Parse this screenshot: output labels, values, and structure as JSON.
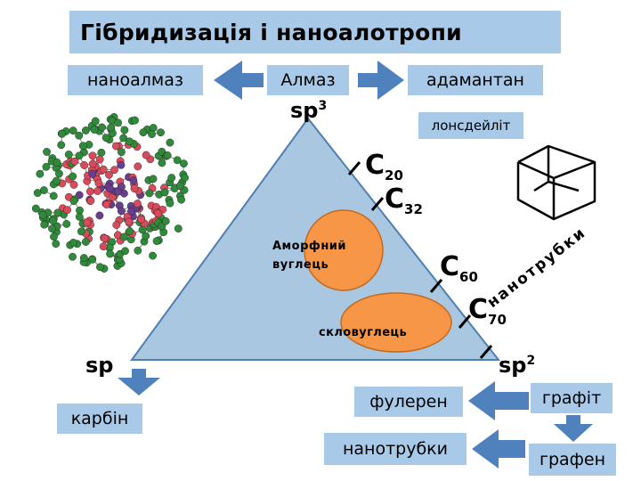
{
  "title": "Гібридизація і наноалотропи",
  "boxes": {
    "nanodiamond": "наноалмаз",
    "diamond": "Алмаз",
    "adamantane": "адамантан",
    "lonsdaleite": "лонсдейліт",
    "carbyne": "карбін",
    "fullerene": "фулерен",
    "graphite": "графіт",
    "nanotubes": "нанотрубки",
    "graphene": "графен"
  },
  "vertices": {
    "sp3": {
      "base": "sp",
      "sup": "3"
    },
    "sp": {
      "base": "sp",
      "sup": ""
    },
    "sp2": {
      "base": "sp",
      "sup": "2"
    }
  },
  "fullerenes": [
    {
      "base": "C",
      "sub": "20"
    },
    {
      "base": "C",
      "sub": "32"
    },
    {
      "base": "C",
      "sub": "60"
    },
    {
      "base": "C",
      "sub": "70"
    }
  ],
  "regions": {
    "amorphous": "Аморфний вуглець",
    "glassy": "скловуглець"
  },
  "edge_label": "нанотрубки",
  "colors": {
    "box_fill": "#a9c9e8",
    "arrow_fill": "#4f81bd",
    "triangle_fill": "#a9c7e0",
    "blob_fill": "#f79646"
  }
}
